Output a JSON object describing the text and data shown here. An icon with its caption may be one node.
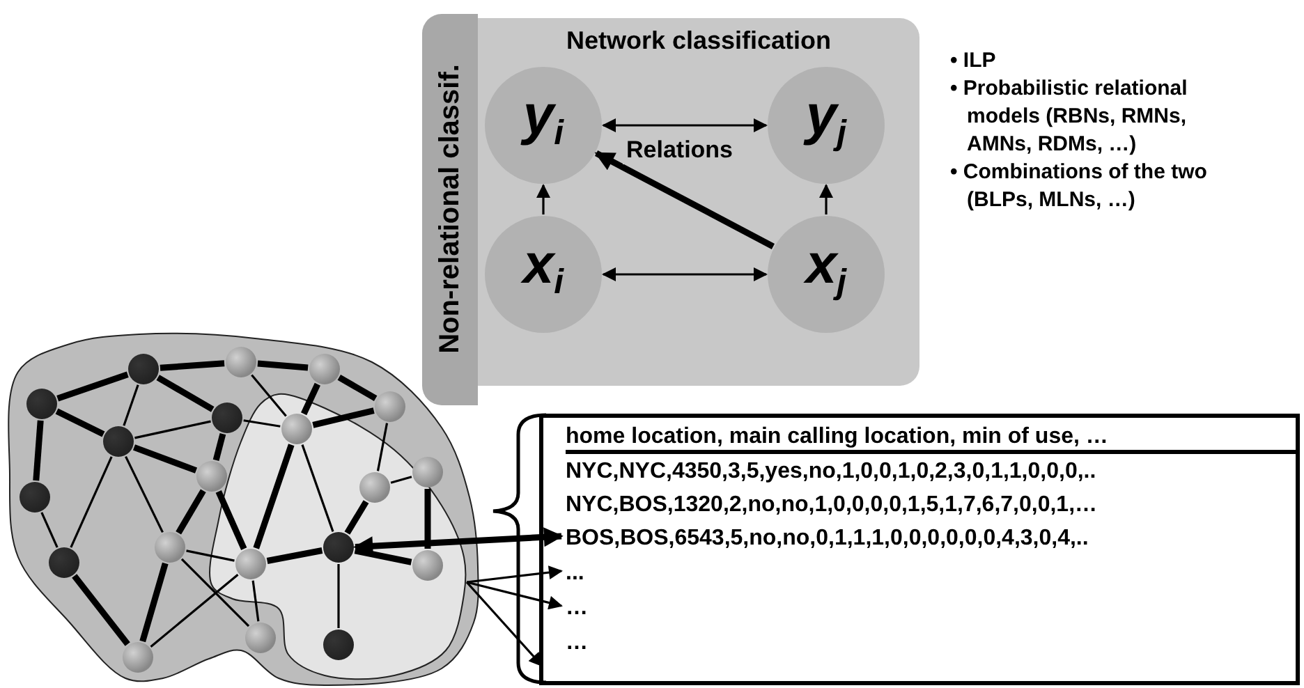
{
  "diagram": {
    "nodes": [
      {
        "text": [
          "Non-relational classif."
        ]
      },
      {
        "text": [
          "Network classification"
        ]
      },
      {
        "text": [
          "y$_{i}$"
        ],
        "in": 1
      },
      {
        "text": [
          "y$_{j}$"
        ],
        "in": 1
      },
      {
        "text": [
          "x$_{i}$"
        ],
        "in": 1
      },
      {
        "text": [
          "x$_{j}$"
        ],
        "in": 1
      },
      {
        "text": [],
        "shape": "cloud"
      },
      {
        "text": [],
        "shape": "cloud",
        "in": 6
      },
      {
        "text": [],
        "shape": "circle",
        "in": 6
      },
      {
        "text": [],
        "shape": "circle",
        "in": 6
      },
      {
        "text": [],
        "shape": "circle",
        "in": 6
      },
      {
        "text": [],
        "shape": "circle",
        "in": 6
      },
      {
        "text": [],
        "shape": "circle",
        "in": 6
      },
      {
        "text": [],
        "shape": "circle",
        "in": 6
      },
      {
        "text": [],
        "shape": "circle",
        "in": 7
      },
      {
        "text": [],
        "shape": "circle",
        "in": 6
      },
      {
        "text": [],
        "shape": "circle",
        "in": 6
      },
      {
        "text": [],
        "shape": "circle",
        "in": 6
      },
      {
        "text": [],
        "shape": "circle",
        "in": 7
      },
      {
        "text": [],
        "shape": "circle",
        "in": 6
      },
      {
        "text": [],
        "shape": "circle",
        "in": 6
      },
      {
        "text": [],
        "shape": "circle",
        "in": 7
      },
      {
        "text": [],
        "shape": "circle",
        "in": 6
      },
      {
        "text": [],
        "shape": "circle",
        "in": 7
      },
      {
        "text": [],
        "shape": "circle",
        "in": 7
      },
      {
        "text": [],
        "shape": "circle",
        "in": 6
      },
      {
        "text": [],
        "shape": "circle",
        "in": 7
      },
      {
        "text": [],
        "shape": "circle",
        "in": 6
      },
      {
        "text": [],
        "shape": "box"
      },
      {
        "text": [
          "home location, main calling location, min of use, …"
        ],
        "in": 28
      },
      {
        "text": [
          "NYC,NYC,4350,3,5,yes,no,1,0,0,1,0,2,3,0,1,1,0,0,0,.."
        ],
        "in": 28
      },
      {
        "text": [
          "NYC,BOS,1320,2,no,no,1,0,0,0,0,1,5,1,7,6,7,0,0,1,…"
        ],
        "in": 28
      },
      {
        "text": [
          "BOS,BOS,6543,5,no,no,0,1,1,1,0,0,0,0,0,0,4,3,0,4,.."
        ],
        "in": 28
      },
      {
        "text": [
          "..."
        ],
        "in": 28
      },
      {
        "text": [
          "…"
        ],
        "in": 28
      },
      {
        "text": [
          "…"
        ],
        "in": 28
      }
    ],
    "edges": [
      {
        "from": 4,
        "to": 2,
        "arrow": "to"
      },
      {
        "from": 5,
        "to": 3,
        "arrow": "to"
      },
      {
        "from": 5,
        "to": 2,
        "arrow": "to",
        "style": "thick"
      },
      {
        "from": 2,
        "to": 3,
        "arrow": "both",
        "label": "Relations"
      },
      {
        "from": 4,
        "to": 5,
        "arrow": "both"
      },
      {
        "from": 9,
        "to": 11,
        "arrow": "none",
        "style": "thick"
      },
      {
        "from": 9,
        "to": 8,
        "arrow": "none",
        "style": "thick"
      },
      {
        "from": 8,
        "to": 10,
        "arrow": "none",
        "style": "thick"
      },
      {
        "from": 10,
        "to": 12,
        "arrow": "none",
        "style": "thick"
      },
      {
        "from": 9,
        "to": 13,
        "arrow": "none",
        "style": "thick"
      },
      {
        "from": 9,
        "to": 15,
        "arrow": "none"
      },
      {
        "from": 11,
        "to": 15,
        "arrow": "none",
        "style": "thick"
      },
      {
        "from": 11,
        "to": 19,
        "arrow": "none",
        "style": "thick"
      },
      {
        "from": 15,
        "to": 13,
        "arrow": "none"
      },
      {
        "from": 13,
        "to": 14,
        "arrow": "none"
      },
      {
        "from": 15,
        "to": 17,
        "arrow": "none",
        "style": "thick"
      },
      {
        "from": 15,
        "to": 22,
        "arrow": "none"
      },
      {
        "from": 15,
        "to": 20,
        "arrow": "none"
      },
      {
        "from": 13,
        "to": 17,
        "arrow": "none",
        "style": "thick"
      },
      {
        "from": 8,
        "to": 14,
        "arrow": "none"
      },
      {
        "from": 10,
        "to": 14,
        "arrow": "none",
        "style": "thick"
      },
      {
        "from": 14,
        "to": 12,
        "arrow": "none",
        "style": "thick"
      },
      {
        "from": 17,
        "to": 20,
        "arrow": "none",
        "style": "thick"
      },
      {
        "from": 17,
        "to": 23,
        "arrow": "none",
        "style": "thick"
      },
      {
        "from": 14,
        "to": 23,
        "arrow": "none",
        "style": "thick"
      },
      {
        "from": 14,
        "to": 21,
        "arrow": "none"
      },
      {
        "from": 12,
        "to": 18,
        "arrow": "none"
      },
      {
        "from": 18,
        "to": 16,
        "arrow": "none"
      },
      {
        "from": 16,
        "to": 24,
        "arrow": "none",
        "style": "thick"
      },
      {
        "from": 18,
        "to": 21,
        "arrow": "none",
        "style": "thick"
      },
      {
        "from": 21,
        "to": 23,
        "arrow": "none",
        "style": "thick"
      },
      {
        "from": 21,
        "to": 24,
        "arrow": "none",
        "style": "thick"
      },
      {
        "from": 21,
        "to": 26,
        "arrow": "none"
      },
      {
        "from": 19,
        "to": 22,
        "arrow": "none"
      },
      {
        "from": 22,
        "to": 27,
        "arrow": "none",
        "style": "thick"
      },
      {
        "from": 20,
        "to": 27,
        "arrow": "none",
        "style": "thick"
      },
      {
        "from": 20,
        "to": 23,
        "arrow": "none"
      },
      {
        "from": 20,
        "to": 25,
        "arrow": "none"
      },
      {
        "from": 27,
        "to": 23,
        "arrow": "none"
      },
      {
        "from": 23,
        "to": 25,
        "arrow": "none"
      },
      {
        "from": 21,
        "to": 32,
        "arrow": "both",
        "style": "thick"
      },
      {
        "from": 7,
        "to": 33,
        "arrow": "to"
      },
      {
        "from": 7,
        "to": 34,
        "arrow": "to"
      },
      {
        "from": 7,
        "to": 28,
        "arrow": "to"
      }
    ],
    "labels": [
      "• ILP",
      "• Probabilistic relational models (RBNs, RMNs, AMNs, RDMs, …)",
      "• Combinations of the two (BLPs, MLNs, …)"
    ]
  }
}
